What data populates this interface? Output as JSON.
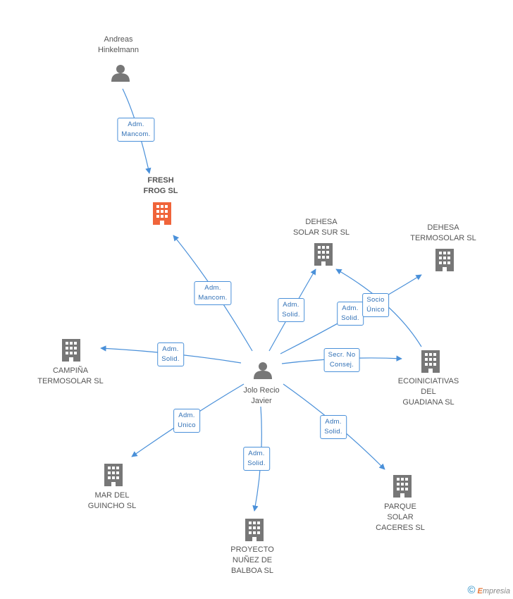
{
  "nodes": {
    "andreas": {
      "label": "Andreas\nHinkelmann",
      "icon": "person-icon"
    },
    "fresh": {
      "label": "FRESH\nFROG SL",
      "icon": "building-icon"
    },
    "jolo": {
      "label": "Jolo Recio\nJavier",
      "icon": "person-icon"
    },
    "dehesa_solar_sur": {
      "label": "DEHESA\nSOLAR SUR SL",
      "icon": "building-icon"
    },
    "dehesa_termosolar": {
      "label": "DEHESA\nTERMOSOLAR SL",
      "icon": "building-icon"
    },
    "campina": {
      "label": "CAMPIÑA\nTERMOSOLAR SL",
      "icon": "building-icon"
    },
    "ecoiniciativas": {
      "label": "ECOINICIATIVAS\nDEL\nGUADIANA SL",
      "icon": "building-icon"
    },
    "mar_del_guincho": {
      "label": "MAR DEL\nGUINCHO SL",
      "icon": "building-icon"
    },
    "proyecto": {
      "label": "PROYECTO\nNUÑEZ DE\nBALBOA SL",
      "icon": "building-icon"
    },
    "parque": {
      "label": "PARQUE\nSOLAR\nCACERES SL",
      "icon": "building-icon"
    }
  },
  "edges": {
    "andreas_fresh": "Adm.\nMancom.",
    "jolo_fresh": "Adm.\nMancom.",
    "jolo_dehesa_solar_sur": "Adm.\nSolid.",
    "jolo_dehesa_termosolar": "Adm.\nSolid.",
    "eco_dehesa": "Socio\nÚnico",
    "jolo_campina": "Adm.\nSolid.",
    "jolo_ecoiniciativas": "Secr. No\nConsej.",
    "jolo_mar": "Adm.\nUnico",
    "jolo_proyecto": "Adm.\nSolid.",
    "jolo_parque": "Adm.\nSolid."
  },
  "copyright": {
    "symbol": "©",
    "brand_initial": "E",
    "brand_rest": "mpresia"
  },
  "colors": {
    "edge": "#4a90d9",
    "node": "#777777",
    "highlight": "#f0643a"
  }
}
